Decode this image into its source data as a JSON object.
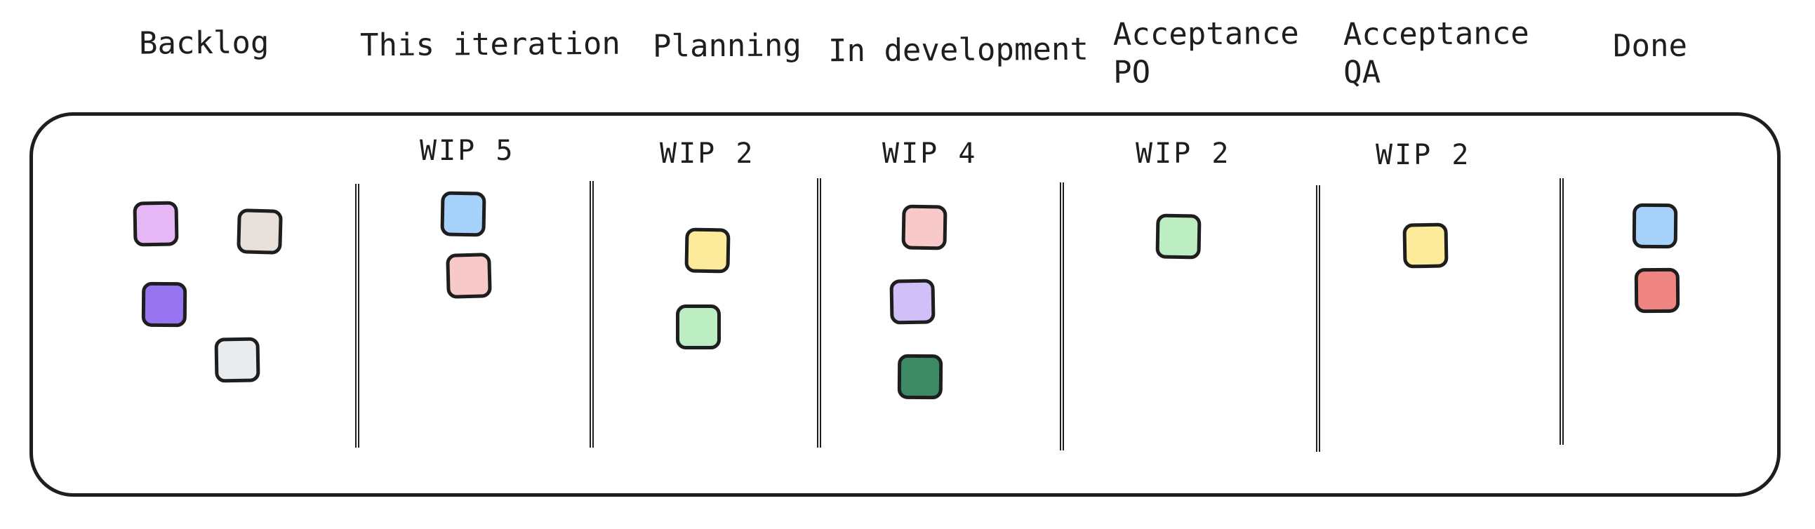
{
  "columns": [
    {
      "name": "Backlog",
      "wip": ""
    },
    {
      "name": "This iteration",
      "wip": "WIP 5"
    },
    {
      "name": "Planning",
      "wip": "WIP 2"
    },
    {
      "name": "In development",
      "wip": "WIP 4"
    },
    {
      "name": "Acceptance\nPO",
      "wip": "WIP 2"
    },
    {
      "name": "Acceptance\nQA",
      "wip": "WIP 2"
    },
    {
      "name": "Done",
      "wip": ""
    }
  ],
  "colors": {
    "lilac": "#e5b8f5",
    "taupe": "#e7dfda",
    "violet": "#9775f0",
    "light-gray": "#e9ecef",
    "sky-blue": "#a6d1fa",
    "pink": "#f7c9c9",
    "yellow": "#fdeb9c",
    "mint": "#bdedc3",
    "lavender": "#d1bff8",
    "green": "#3e8a64",
    "coral": "#ee8580",
    "stroke": "#1e1e1e"
  },
  "cards": [
    {
      "column": 0,
      "color": "lilac"
    },
    {
      "column": 0,
      "color": "taupe"
    },
    {
      "column": 0,
      "color": "violet"
    },
    {
      "column": 0,
      "color": "light-gray"
    },
    {
      "column": 1,
      "color": "sky-blue"
    },
    {
      "column": 1,
      "color": "pink"
    },
    {
      "column": 2,
      "color": "yellow"
    },
    {
      "column": 2,
      "color": "mint"
    },
    {
      "column": 3,
      "color": "pink"
    },
    {
      "column": 3,
      "color": "lavender"
    },
    {
      "column": 3,
      "color": "green"
    },
    {
      "column": 4,
      "color": "mint"
    },
    {
      "column": 5,
      "color": "yellow"
    },
    {
      "column": 6,
      "color": "sky-blue"
    },
    {
      "column": 6,
      "color": "coral"
    }
  ]
}
